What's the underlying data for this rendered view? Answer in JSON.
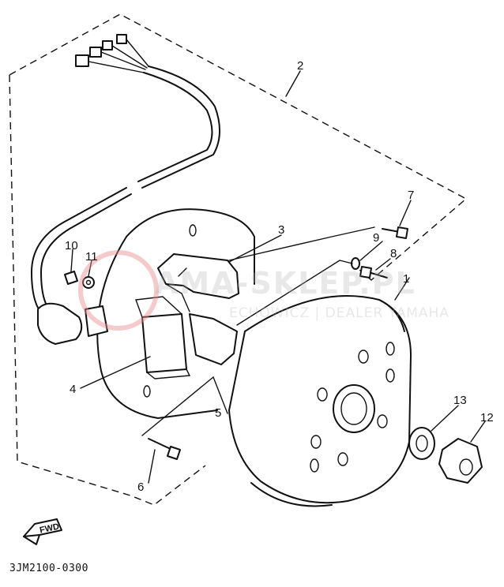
{
  "callouts": {
    "c1": "1",
    "c2": "2",
    "c3": "3",
    "c4": "4",
    "c5": "5",
    "c6": "6",
    "c7": "7",
    "c8": "8",
    "c9": "9",
    "c10": "10",
    "c11": "11",
    "c12": "12",
    "c13": "13"
  },
  "fwd_label": "FWD",
  "reference_code": "3JM2100-0300",
  "watermark": {
    "main": "AMA-SKLEP.PL",
    "sub": "ECHOWICZ | DEALER YAMAHA",
    "color": "#b4b4b4"
  },
  "accent_color": "#e88a8a"
}
